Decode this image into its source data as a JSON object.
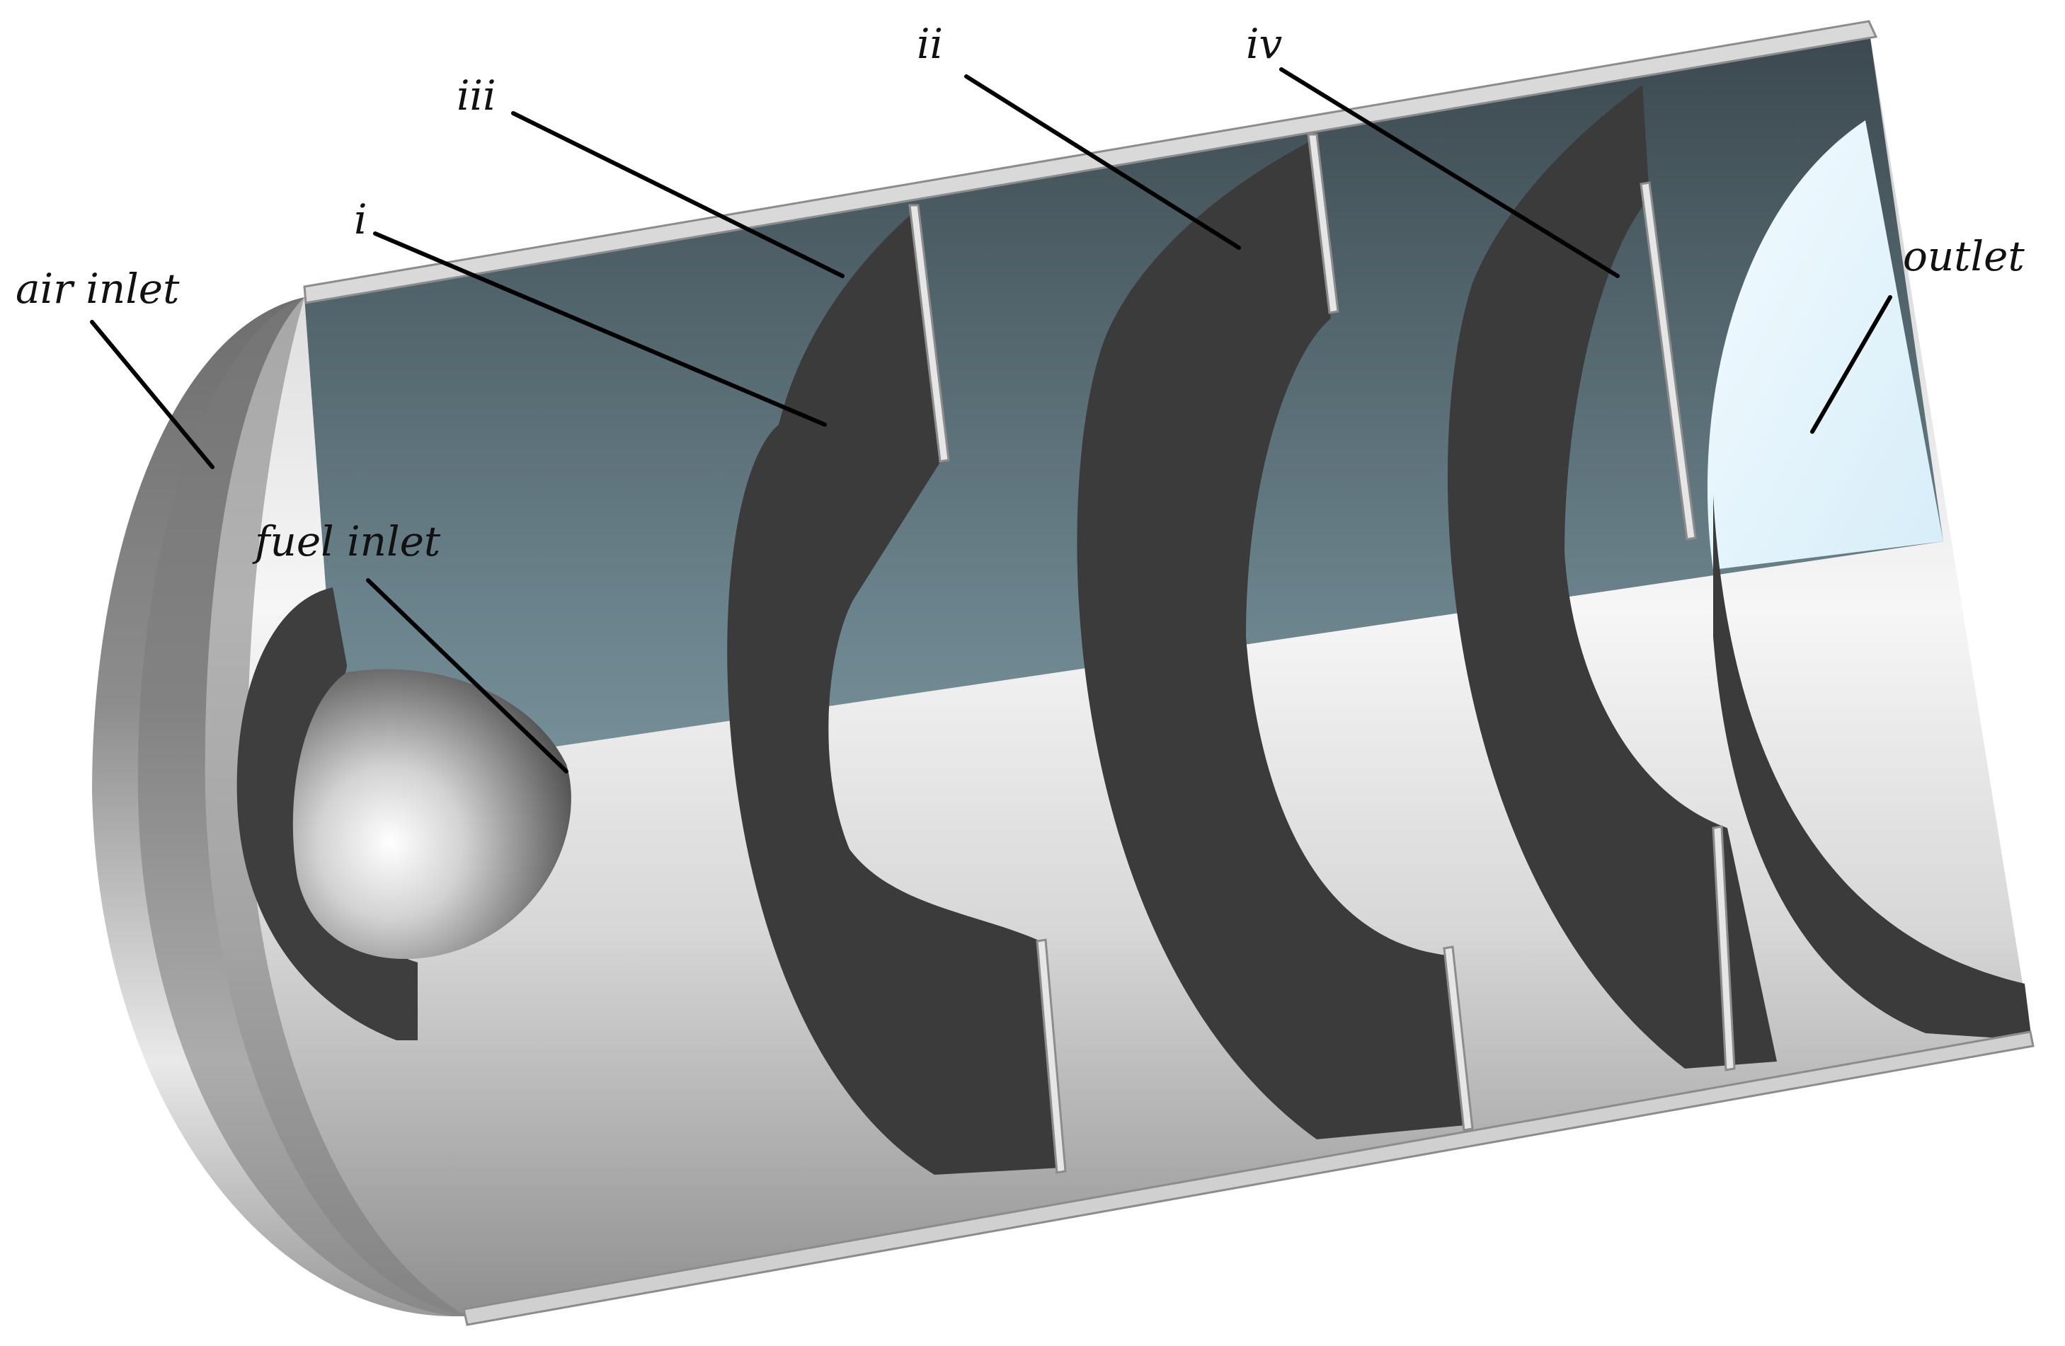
{
  "diagram": {
    "labels": {
      "air_inlet": "air inlet",
      "fuel_inlet": "fuel inlet",
      "baffle_i": "i",
      "baffle_ii": "ii",
      "baffle_iii": "iii",
      "baffle_iv": "iv",
      "outlet": "outlet"
    }
  },
  "colors": {
    "label_text": "#111111",
    "leader_line": "#000000",
    "baffle_dark": "#3b3b3b",
    "section_plane": "#3e4f57",
    "outlet_plane": "#e6f6fd",
    "metal_light": "#f2f2f2",
    "metal_mid": "#a8a8a8"
  }
}
